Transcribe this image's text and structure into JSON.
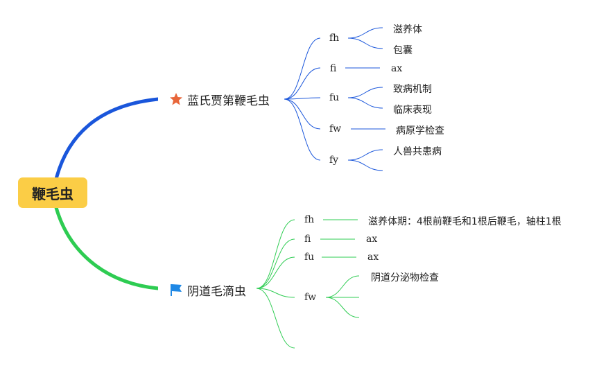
{
  "root": {
    "label": "鞭毛虫",
    "color": "#fbcd46"
  },
  "branches": [
    {
      "label": "蓝氏贾第鞭毛虫",
      "icon": "star-icon",
      "icon_color": "#e8663a",
      "line_color": "#1a56db",
      "children": [
        {
          "label": "fh",
          "leaves": [
            "滋养体",
            "包囊"
          ]
        },
        {
          "label": "fi",
          "leaves": [
            "ax"
          ]
        },
        {
          "label": "fu",
          "leaves": [
            "致病机制",
            "临床表现"
          ]
        },
        {
          "label": "fw",
          "leaves": [
            "病原学检查"
          ]
        },
        {
          "label": "fy",
          "leaves": [
            "人兽共患病",
            ""
          ]
        }
      ]
    },
    {
      "label": "阴道毛滴虫",
      "icon": "flag-icon",
      "icon_color": "#1e88e5",
      "line_color": "#2ecc52",
      "children": [
        {
          "label": "fh",
          "leaves": [
            "滋养体期：4根前鞭毛和1根后鞭毛，轴柱1根"
          ]
        },
        {
          "label": "fi",
          "leaves": [
            "ax"
          ]
        },
        {
          "label": "fu",
          "leaves": [
            "ax"
          ]
        },
        {
          "label": "fw",
          "leaves": [
            "阴道分泌物检查",
            "",
            ""
          ]
        },
        {
          "label": "",
          "leaves": []
        }
      ]
    }
  ]
}
